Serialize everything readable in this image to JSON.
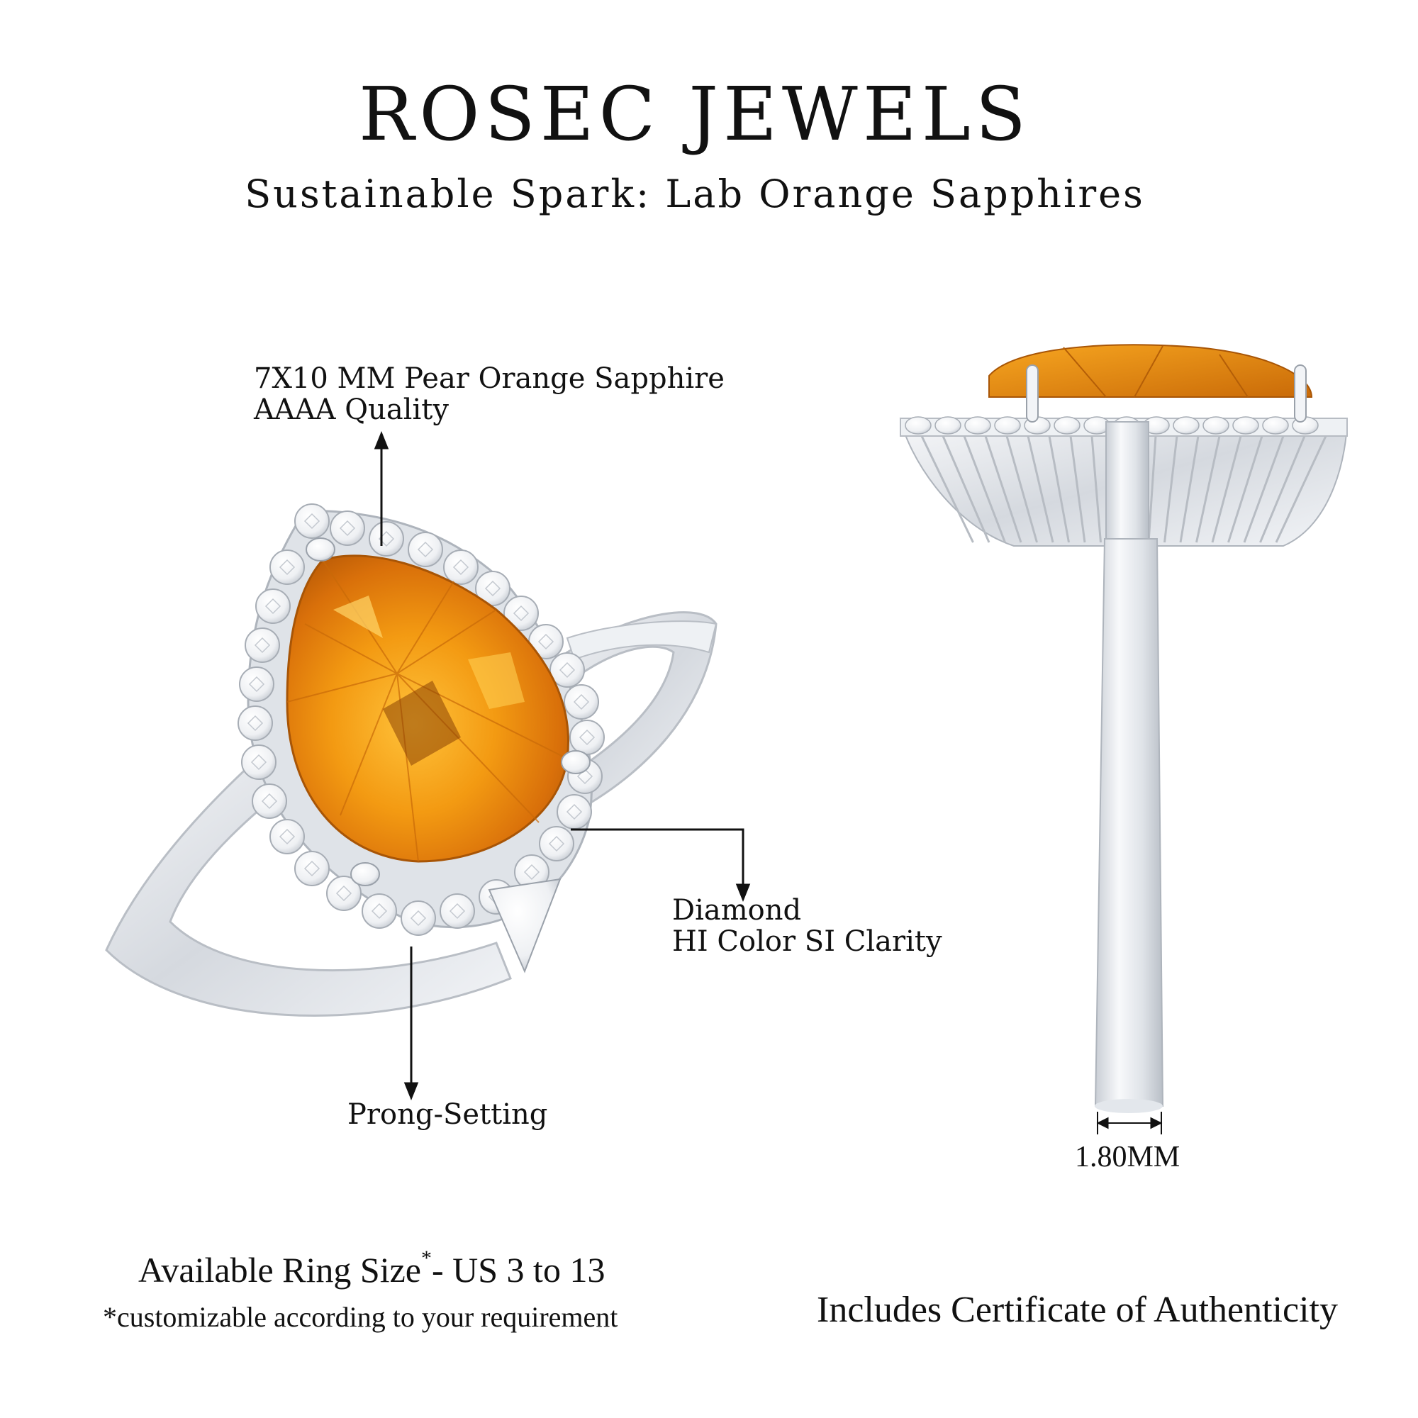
{
  "brand": {
    "name": "ROSEC JEWELS",
    "tagline": "Sustainable Spark: Lab Orange Sapphires"
  },
  "annotations": {
    "center_stone": {
      "line1": "7X10 MM Pear Orange Sapphire",
      "line2": "AAAA Quality"
    },
    "side_stones": {
      "line1": "Diamond",
      "line2": "HI Color SI Clarity"
    },
    "setting": {
      "label": "Prong-Setting"
    },
    "band_width": {
      "label": "1.80MM"
    }
  },
  "ring_size": {
    "label": "Available Ring Size",
    "asterisk": "*",
    "range": "- US 3 to 13",
    "note": "*customizable according to your requirement"
  },
  "certificate": {
    "text": "Includes Certificate of Authenticity"
  },
  "colors": {
    "sapphire": "#f29a10",
    "metal": "#e6e9ee",
    "text": "#111111"
  }
}
